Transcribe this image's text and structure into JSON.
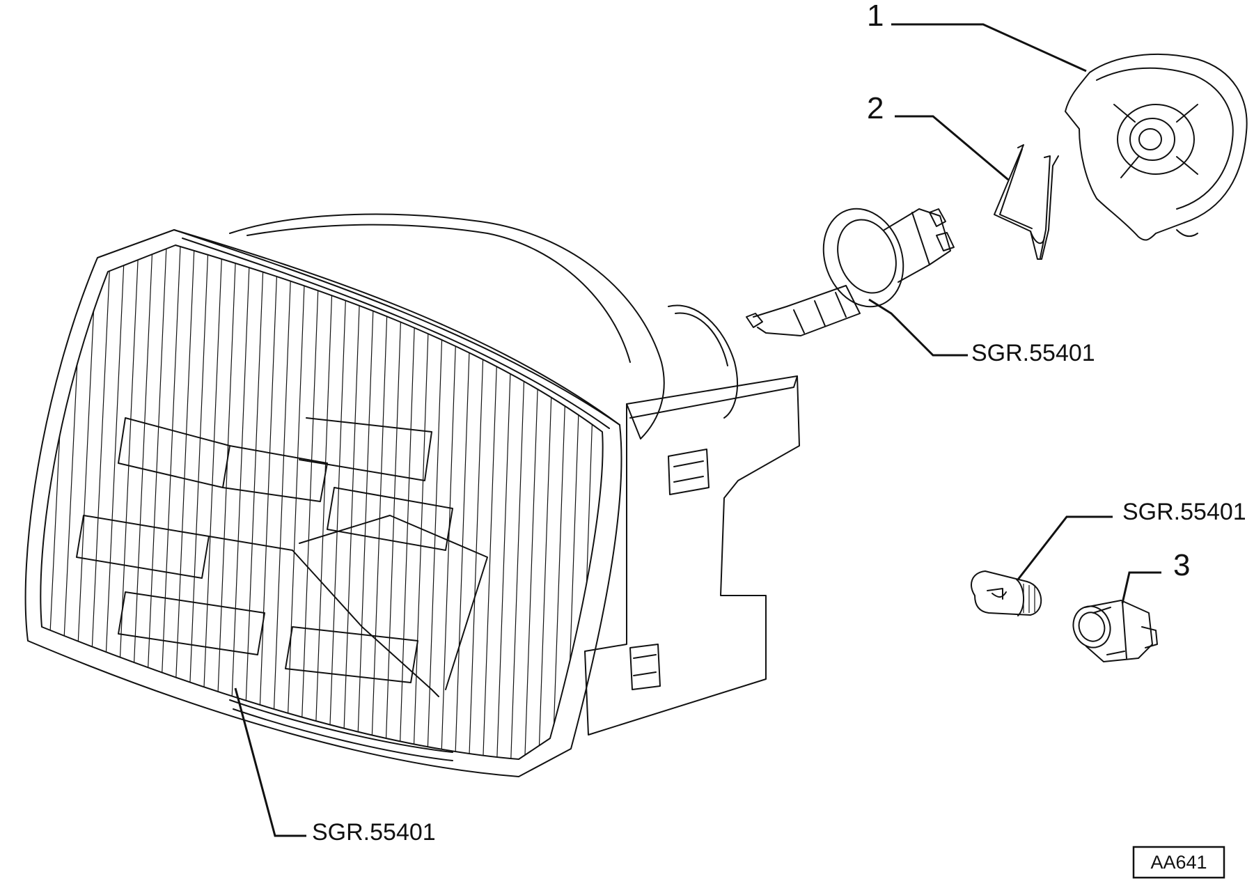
{
  "callouts": {
    "part_1": "1",
    "part_2": "2",
    "part_3": "3"
  },
  "references": {
    "bulb_main": "SGR.55401",
    "bulb_small": "SGR.55401",
    "headlamp": "SGR.55401"
  },
  "drawing_code": "AA641"
}
